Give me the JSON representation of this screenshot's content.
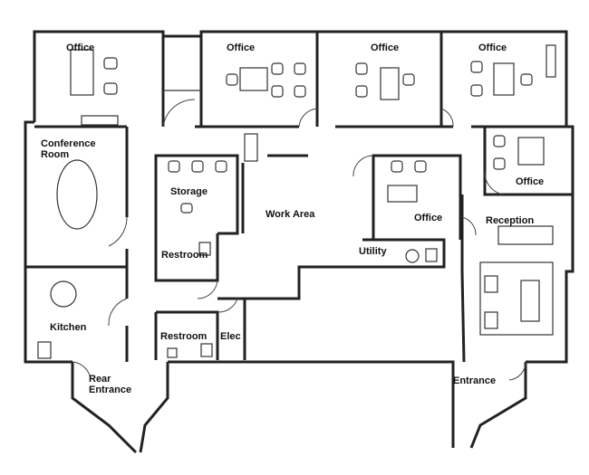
{
  "title": "Office floor plan",
  "rooms": {
    "office_1": "Office",
    "office_2": "Office",
    "office_3": "Office",
    "office_4": "Office",
    "conference_line1": "Conference",
    "conference_line2": "Room",
    "storage": "Storage",
    "work_area": "Work Area",
    "office_middle": "Office",
    "office_right": "Office",
    "reception": "Reception",
    "utility": "Utility",
    "restroom_upper": "Restroom",
    "restroom_lower": "Restroom",
    "elec": "Elec",
    "kitchen": "Kitchen",
    "rear_entrance_line1": "Rear",
    "rear_entrance_line2": "Entrance",
    "entrance": "Entrance"
  }
}
